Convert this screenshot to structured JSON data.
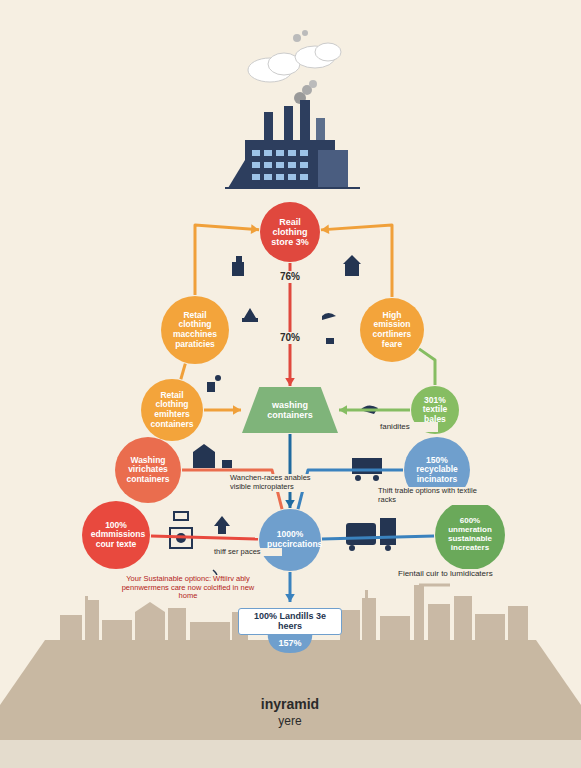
{
  "diagram": {
    "nodes": [
      {
        "text": [
          "Reail clothing store 3%"
        ]
      },
      {
        "text": [
          "Retail clothing macchines paraticies"
        ]
      },
      {
        "text": [
          "High emission cortliners feare"
        ]
      },
      {
        "text": [
          "Retail clothing emihters containers"
        ]
      },
      {
        "text": [
          "washing containers"
        ]
      },
      {
        "text": [
          "301% textile bales"
        ]
      },
      {
        "text": [
          "Washing virichates containers"
        ]
      },
      {
        "text": [
          "150% recyclable incinators"
        ]
      },
      {
        "text": [
          "100% edmmissions cour texte"
        ]
      },
      {
        "text": [
          "1000% puccircations"
        ]
      },
      {
        "text": [
          "600% unmeration sustainable increaters"
        ]
      },
      {
        "text": [
          "100% Landills 3e heers",
          "157%"
        ]
      }
    ],
    "edges": [
      {
        "from": 1,
        "to": 0,
        "arrow": "to"
      },
      {
        "from": 2,
        "to": 0,
        "arrow": "to"
      },
      {
        "from": 0,
        "to": 4,
        "arrow": "to"
      },
      {
        "from": 3,
        "to": 4,
        "arrow": "to"
      },
      {
        "from": 5,
        "to": 4,
        "arrow": "to"
      },
      {
        "from": 2,
        "to": 5,
        "arrow": "none"
      },
      {
        "from": 1,
        "to": 3,
        "arrow": "none"
      },
      {
        "from": 4,
        "to": 9,
        "arrow": "to"
      },
      {
        "from": 6,
        "to": 9,
        "arrow": "none"
      },
      {
        "from": 7,
        "to": 9,
        "arrow": "none"
      },
      {
        "from": 8,
        "to": 9,
        "arrow": "none"
      },
      {
        "from": 10,
        "to": 9,
        "arrow": "none"
      },
      {
        "from": 9,
        "to": 11,
        "arrow": "to"
      }
    ],
    "labels": [
      "76%",
      "70%",
      "fanidites",
      "Wanchen-races anables visible micropiaters",
      "Thift trable options with textile racks",
      "thiff ser paces",
      "Your Sustainable optionc: Wftiirv ably pennwermens care now colcified in new home",
      "Fientail cuir to lumidicaters",
      "inyramid",
      "yere"
    ]
  }
}
